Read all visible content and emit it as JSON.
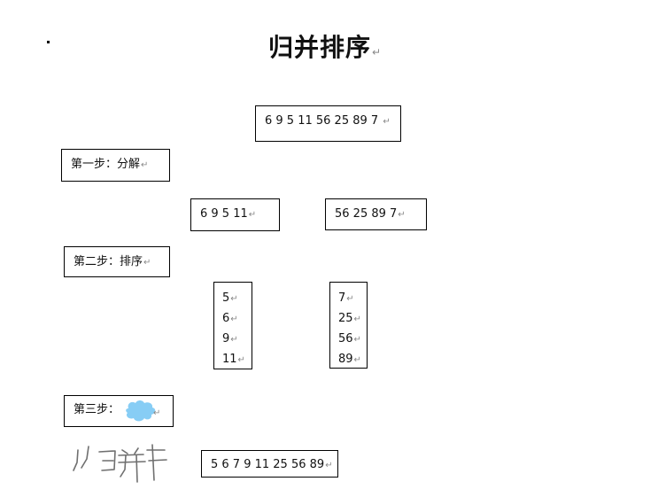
{
  "doc": {
    "title": "归并排序",
    "para_mark": "↵",
    "initial_array": "6 9 5 11 56 25 89 7",
    "step1_label": "第一步：分解",
    "left_half": "6 9 5 11",
    "right_half": "56 25 89 7",
    "step2_label": "第二步：排序",
    "left_sorted": [
      "5",
      "6",
      "9",
      "11"
    ],
    "right_sorted": [
      "7",
      "25",
      "56",
      "89"
    ],
    "step3_label": "第三步：",
    "handwritten_note": "归并",
    "result_array": "5 6 7 9 11 25 56 89"
  },
  "colors": {
    "border": "#000000",
    "highlight_blob": "#87cdf5",
    "pencil": "#6f6f6f"
  }
}
